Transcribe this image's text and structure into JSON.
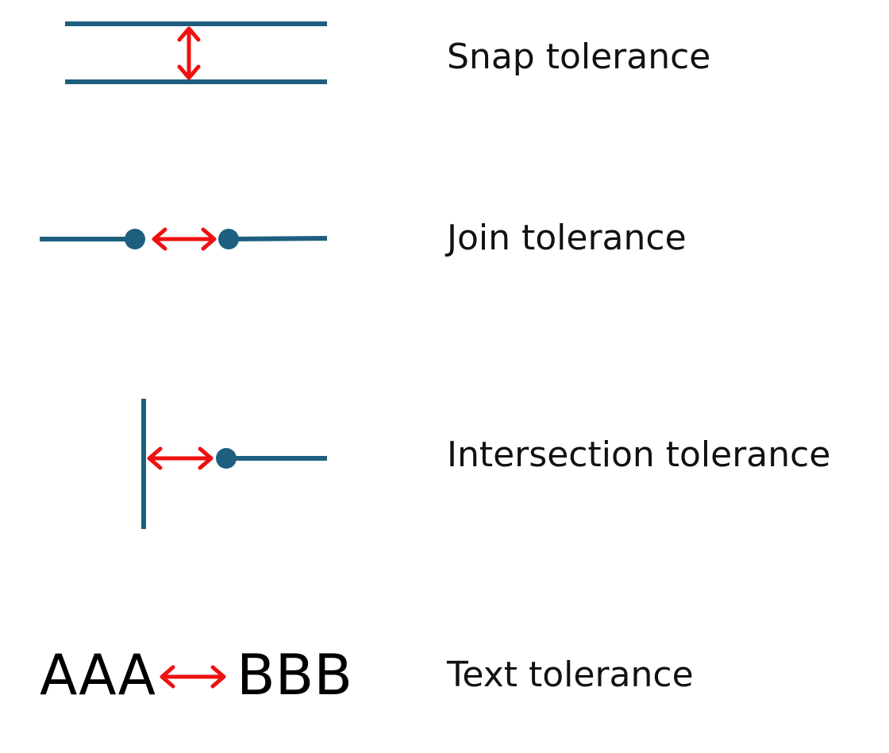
{
  "colors": {
    "line": "#1e5f80",
    "arrow": "#ee1111",
    "text": "#111111",
    "background": "#ffffff"
  },
  "rows": [
    {
      "id": "snap",
      "label": "Snap tolerance"
    },
    {
      "id": "join",
      "label": "Join tolerance"
    },
    {
      "id": "intersection",
      "label": "Intersection tolerance"
    },
    {
      "id": "text",
      "label": "Text tolerance",
      "sample_left": "AAA",
      "sample_right": "BBB"
    }
  ]
}
